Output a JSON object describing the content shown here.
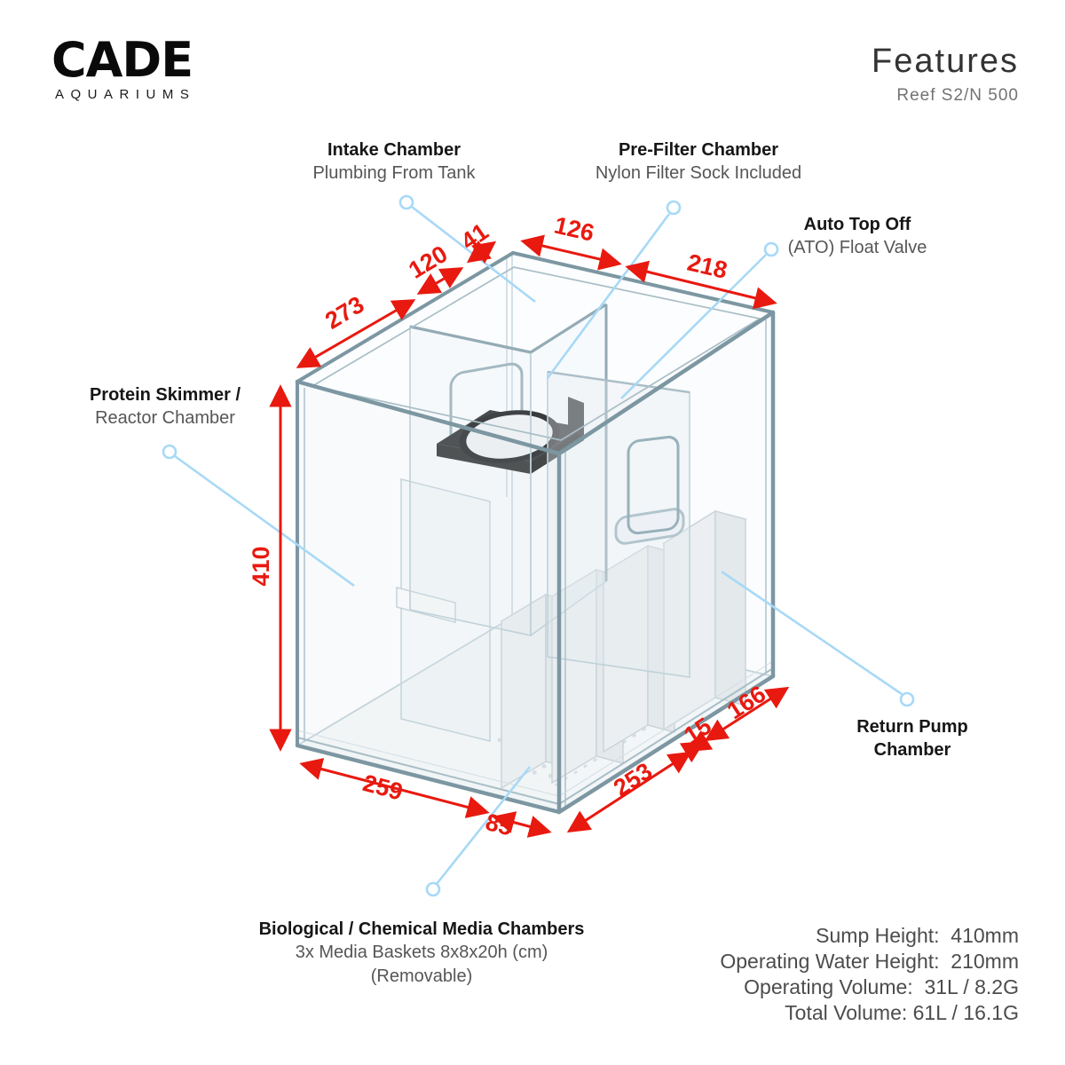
{
  "header": {
    "brand": "CADE",
    "brand_tagline": "AQUARIUMS",
    "title": "Features",
    "subtitle": "Reef S2/N 500"
  },
  "callouts": {
    "intake": {
      "title": "Intake Chamber",
      "subtitle": "Plumbing From Tank"
    },
    "prefilter": {
      "title": "Pre-Filter Chamber",
      "subtitle": "Nylon Filter Sock Included"
    },
    "ato": {
      "title": "Auto Top Off",
      "subtitle": "(ATO) Float Valve"
    },
    "skimmer": {
      "title": "Protein Skimmer /",
      "subtitle": "Reactor Chamber"
    },
    "return_pump": {
      "title": "Return Pump",
      "subtitle": "Chamber"
    },
    "bio": {
      "title": "Biological / Chemical Media Chambers",
      "subtitle": "3x Media Baskets 8x8x20h (cm)",
      "note": "(Removable)"
    }
  },
  "dimensions_mm": {
    "d273": "273",
    "d120": "120",
    "d41": "41",
    "d126": "126",
    "d218": "218",
    "d410": "410",
    "d259": "259",
    "d85": "85",
    "d253": "253",
    "d15": "15",
    "d166": "166"
  },
  "specs": {
    "lines": [
      "Sump Height:  410mm",
      "Operating Water Height:  210mm",
      "Operating Volume:  31L / 8.2G",
      "Total Volume: 61L / 16.1G"
    ]
  },
  "colors": {
    "dimension_red": "#e8190f",
    "leader_blue": "#a7d9f6",
    "glass_edge": "#7c97a2",
    "text_dark": "#161616",
    "text_gray": "#565656"
  }
}
